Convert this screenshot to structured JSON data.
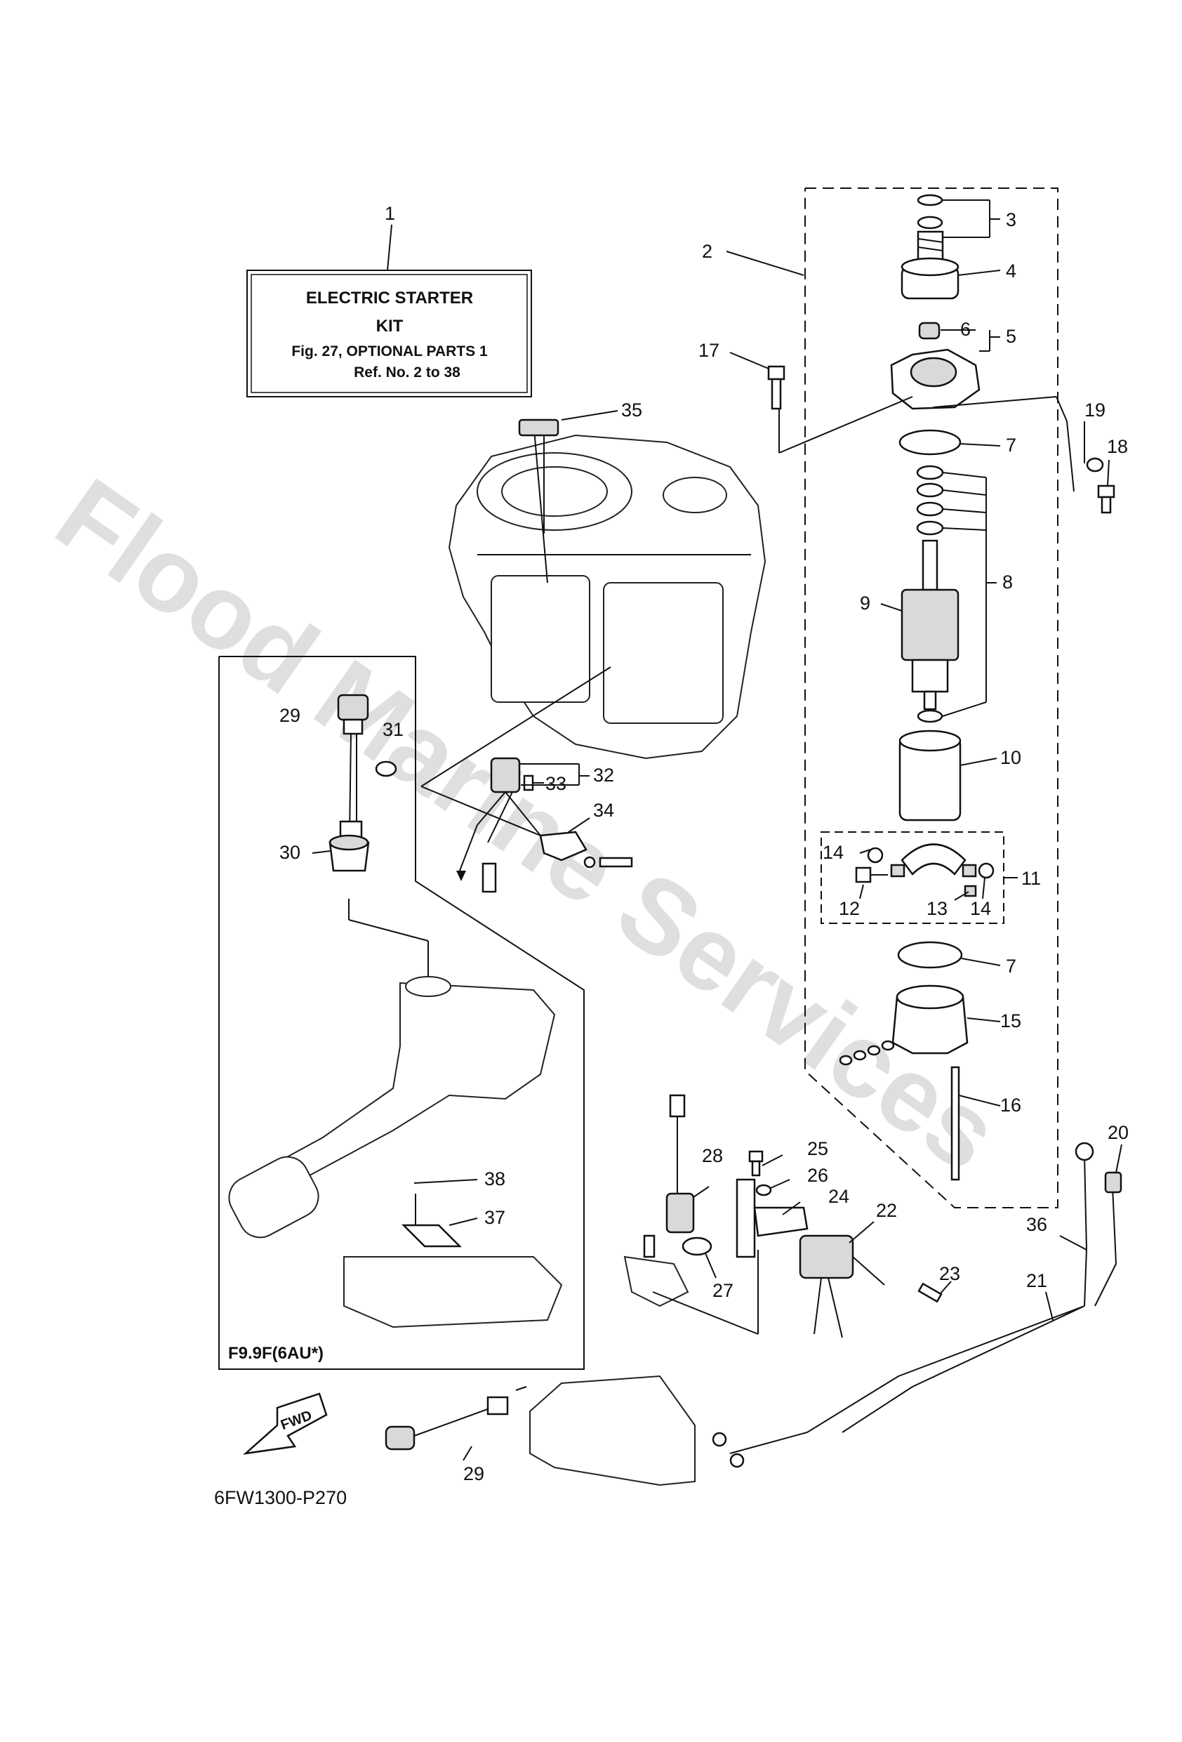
{
  "kit_box": {
    "line1": "ELECTRIC STARTER",
    "line2": "KIT",
    "line3": "Fig. 27, OPTIONAL PARTS 1",
    "line4": "Ref. No. 2 to 38"
  },
  "variant_label": "F9.9F(6AU*)",
  "fwd_label": "FWD",
  "drawing_code": "6FW1300-P270",
  "watermark": "Flood Marine Services",
  "callouts": {
    "n1": "1",
    "n2": "2",
    "n3": "3",
    "n4": "4",
    "n5": "5",
    "n6": "6",
    "n7a": "7",
    "n7b": "7",
    "n8": "8",
    "n9": "9",
    "n10": "10",
    "n11": "11",
    "n12": "12",
    "n13": "13",
    "n14a": "14",
    "n14b": "14",
    "n15": "15",
    "n16": "16",
    "n17": "17",
    "n18": "18",
    "n19": "19",
    "n20": "20",
    "n21": "21",
    "n22": "22",
    "n23": "23",
    "n24": "24",
    "n25": "25",
    "n26": "26",
    "n27": "27",
    "n28": "28",
    "n29a": "29",
    "n29b": "29",
    "n30": "30",
    "n31": "31",
    "n32": "32",
    "n33": "33",
    "n34": "34",
    "n35": "35",
    "n36": "36",
    "n37": "37",
    "n38": "38"
  }
}
